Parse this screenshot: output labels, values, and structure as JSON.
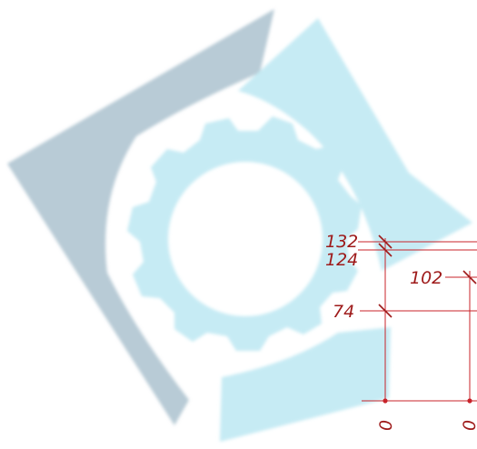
{
  "colors": {
    "logo_gray": "#b8cbd6",
    "logo_cyan": "#c6ebf4",
    "dimension_line": "#c8232a",
    "dimension_text": "#9e1a1a",
    "background": "#ffffff"
  },
  "drawing": {
    "left_column_marks": [
      "132",
      "124",
      "74"
    ],
    "right_column_marks": [
      "102"
    ],
    "baseline_labels": [
      "0",
      "0"
    ]
  }
}
